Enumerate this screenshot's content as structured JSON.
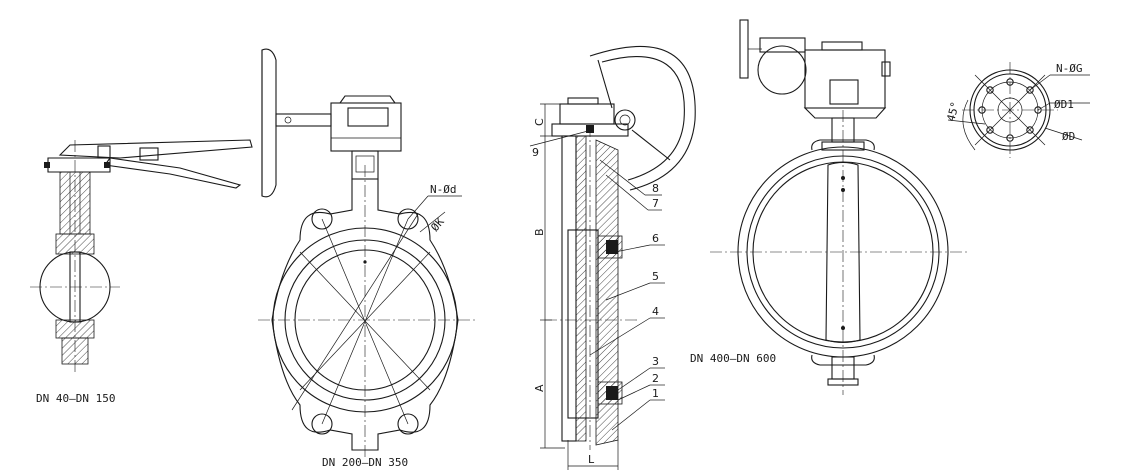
{
  "views": {
    "small": {
      "caption": "DN 40–DN 150"
    },
    "medium": {
      "caption": "DN 200–DN 350",
      "bolt_label": "N-Ød",
      "pcd_label": "ØK"
    },
    "large": {
      "caption": "DN 400–DN 600"
    }
  },
  "section": {
    "dim_A": "A",
    "dim_B": "B",
    "dim_C": "C",
    "dim_L": "L",
    "parts": [
      "1",
      "2",
      "3",
      "4",
      "5",
      "6",
      "7",
      "8",
      "9"
    ]
  },
  "flange": {
    "bolt_label": "N-ØG",
    "d1_label": "ØD1",
    "d_label": "ØD",
    "angle_label": "45°"
  },
  "colors": {
    "line": "#1a1a1a",
    "background": "#ffffff"
  }
}
